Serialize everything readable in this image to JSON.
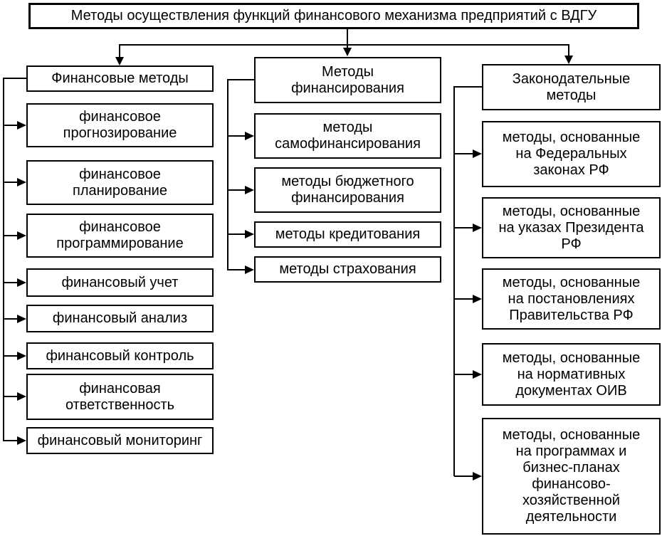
{
  "page": {
    "background": "#ffffff",
    "line_color": "#000000",
    "box_background": "#ffffff",
    "text_color": "#000000"
  },
  "root": {
    "label": "Методы осуществления функций финансового механизма предприятий с ВДГУ"
  },
  "columns": [
    {
      "header": "Финансовые методы",
      "items": [
        {
          "label": "финансовое\nпрогнозирование"
        },
        {
          "label": "финансовое\nпланирование"
        },
        {
          "label": "финансовое\nпрограммирование"
        },
        {
          "label": "финансовый учет"
        },
        {
          "label": "финансовый анализ"
        },
        {
          "label": "финансовый контроль"
        },
        {
          "label": "финансовая\nответственность"
        },
        {
          "label": "финансовый мониторинг"
        }
      ]
    },
    {
      "header": "Методы\nфинансирования",
      "items": [
        {
          "label": "методы\nсамофинансирования"
        },
        {
          "label": "методы бюджетного\nфинансирования"
        },
        {
          "label": "методы кредитования"
        },
        {
          "label": "методы страхования"
        }
      ]
    },
    {
      "header": "Законодательные\nметоды",
      "items": [
        {
          "label": "методы, основанные\nна Федеральных\nзаконах РФ"
        },
        {
          "label": "методы, основанные\nна указах Президента\nРФ"
        },
        {
          "label": "методы, основанные\nна постановлениях\nПравительства РФ"
        },
        {
          "label": "методы, основанные\nна нормативных\nдокументах ОИВ"
        },
        {
          "label": "методы, основанные\nна программах и\nбизнес-планах\nфинансово-\nхозяйственной\nдеятельности"
        }
      ]
    }
  ]
}
